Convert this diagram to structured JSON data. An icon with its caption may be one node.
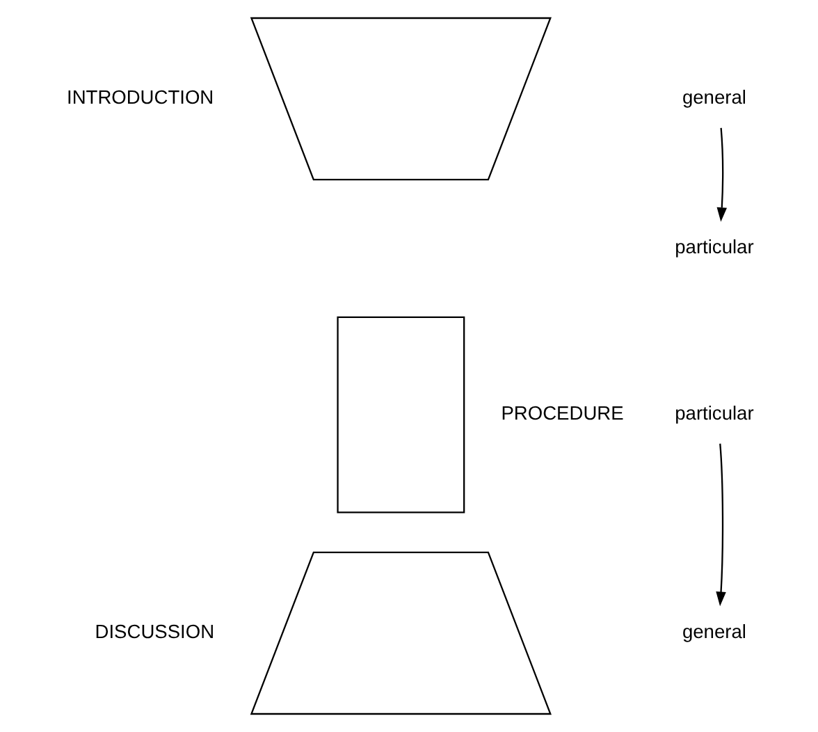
{
  "diagram": {
    "nodes": [
      {
        "text": [],
        "shape": "trapezoid",
        "beside": [
          "INTRODUCTION"
        ]
      },
      {
        "text": [],
        "shape": "box",
        "beside": [
          "PROCEDURE"
        ]
      },
      {
        "text": [],
        "shape": "trapezoid",
        "beside": [
          "DISCUSSION"
        ]
      },
      {
        "text": [
          "general"
        ]
      },
      {
        "text": [
          "particular"
        ]
      },
      {
        "text": [
          "particular"
        ]
      },
      {
        "text": [
          "general"
        ]
      }
    ],
    "edges": [
      {
        "from": 3,
        "to": 4,
        "arrow": "to"
      },
      {
        "from": 5,
        "to": 6,
        "arrow": "to"
      }
    ]
  }
}
